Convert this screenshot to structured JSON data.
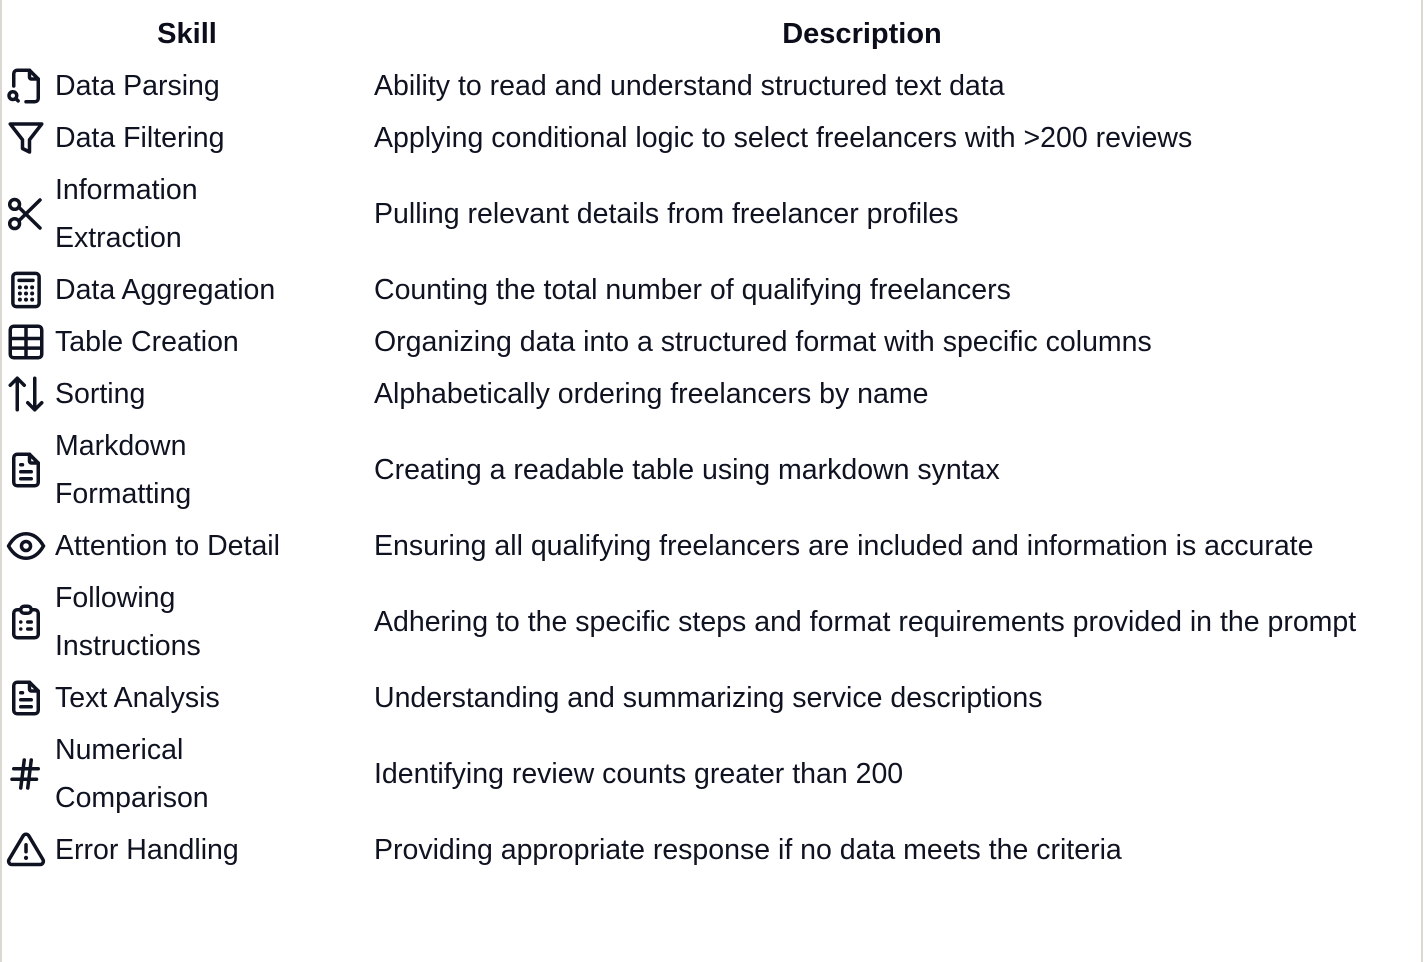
{
  "table": {
    "headers": {
      "skill": "Skill",
      "description": "Description"
    },
    "rows": [
      {
        "icon": "file-search-icon",
        "skill": "Data Parsing",
        "description": "Ability to read and understand structured text data"
      },
      {
        "icon": "filter-icon",
        "skill": "Data Filtering",
        "description": "Applying conditional logic to select freelancers with >200 reviews"
      },
      {
        "icon": "scissors-icon",
        "skill": "Information Extraction",
        "description": "Pulling relevant details from freelancer profiles"
      },
      {
        "icon": "calculator-icon",
        "skill": "Data Aggregation",
        "description": "Counting the total number of qualifying freelancers"
      },
      {
        "icon": "table-icon",
        "skill": "Table Creation",
        "description": "Organizing data into a structured format with specific columns"
      },
      {
        "icon": "sort-arrows-icon",
        "skill": "Sorting",
        "description": "Alphabetically ordering freelancers by name"
      },
      {
        "icon": "file-text-icon",
        "skill": "Markdown Formatting",
        "description": "Creating a readable table using markdown syntax"
      },
      {
        "icon": "eye-icon",
        "skill": "Attention to Detail",
        "description": "Ensuring all qualifying freelancers are included and information is accurate"
      },
      {
        "icon": "clipboard-list-icon",
        "skill": "Following Instructions",
        "description": "Adhering to the specific steps and format requirements provided in the prompt"
      },
      {
        "icon": "file-text-icon",
        "skill": "Text Analysis",
        "description": "Understanding and summarizing service descriptions"
      },
      {
        "icon": "hash-icon",
        "skill": "Numerical Comparison",
        "description": "Identifying review counts greater than 200"
      },
      {
        "icon": "alert-triangle-icon",
        "skill": "Error Handling",
        "description": "Providing appropriate response if no data meets the criteria"
      }
    ]
  }
}
